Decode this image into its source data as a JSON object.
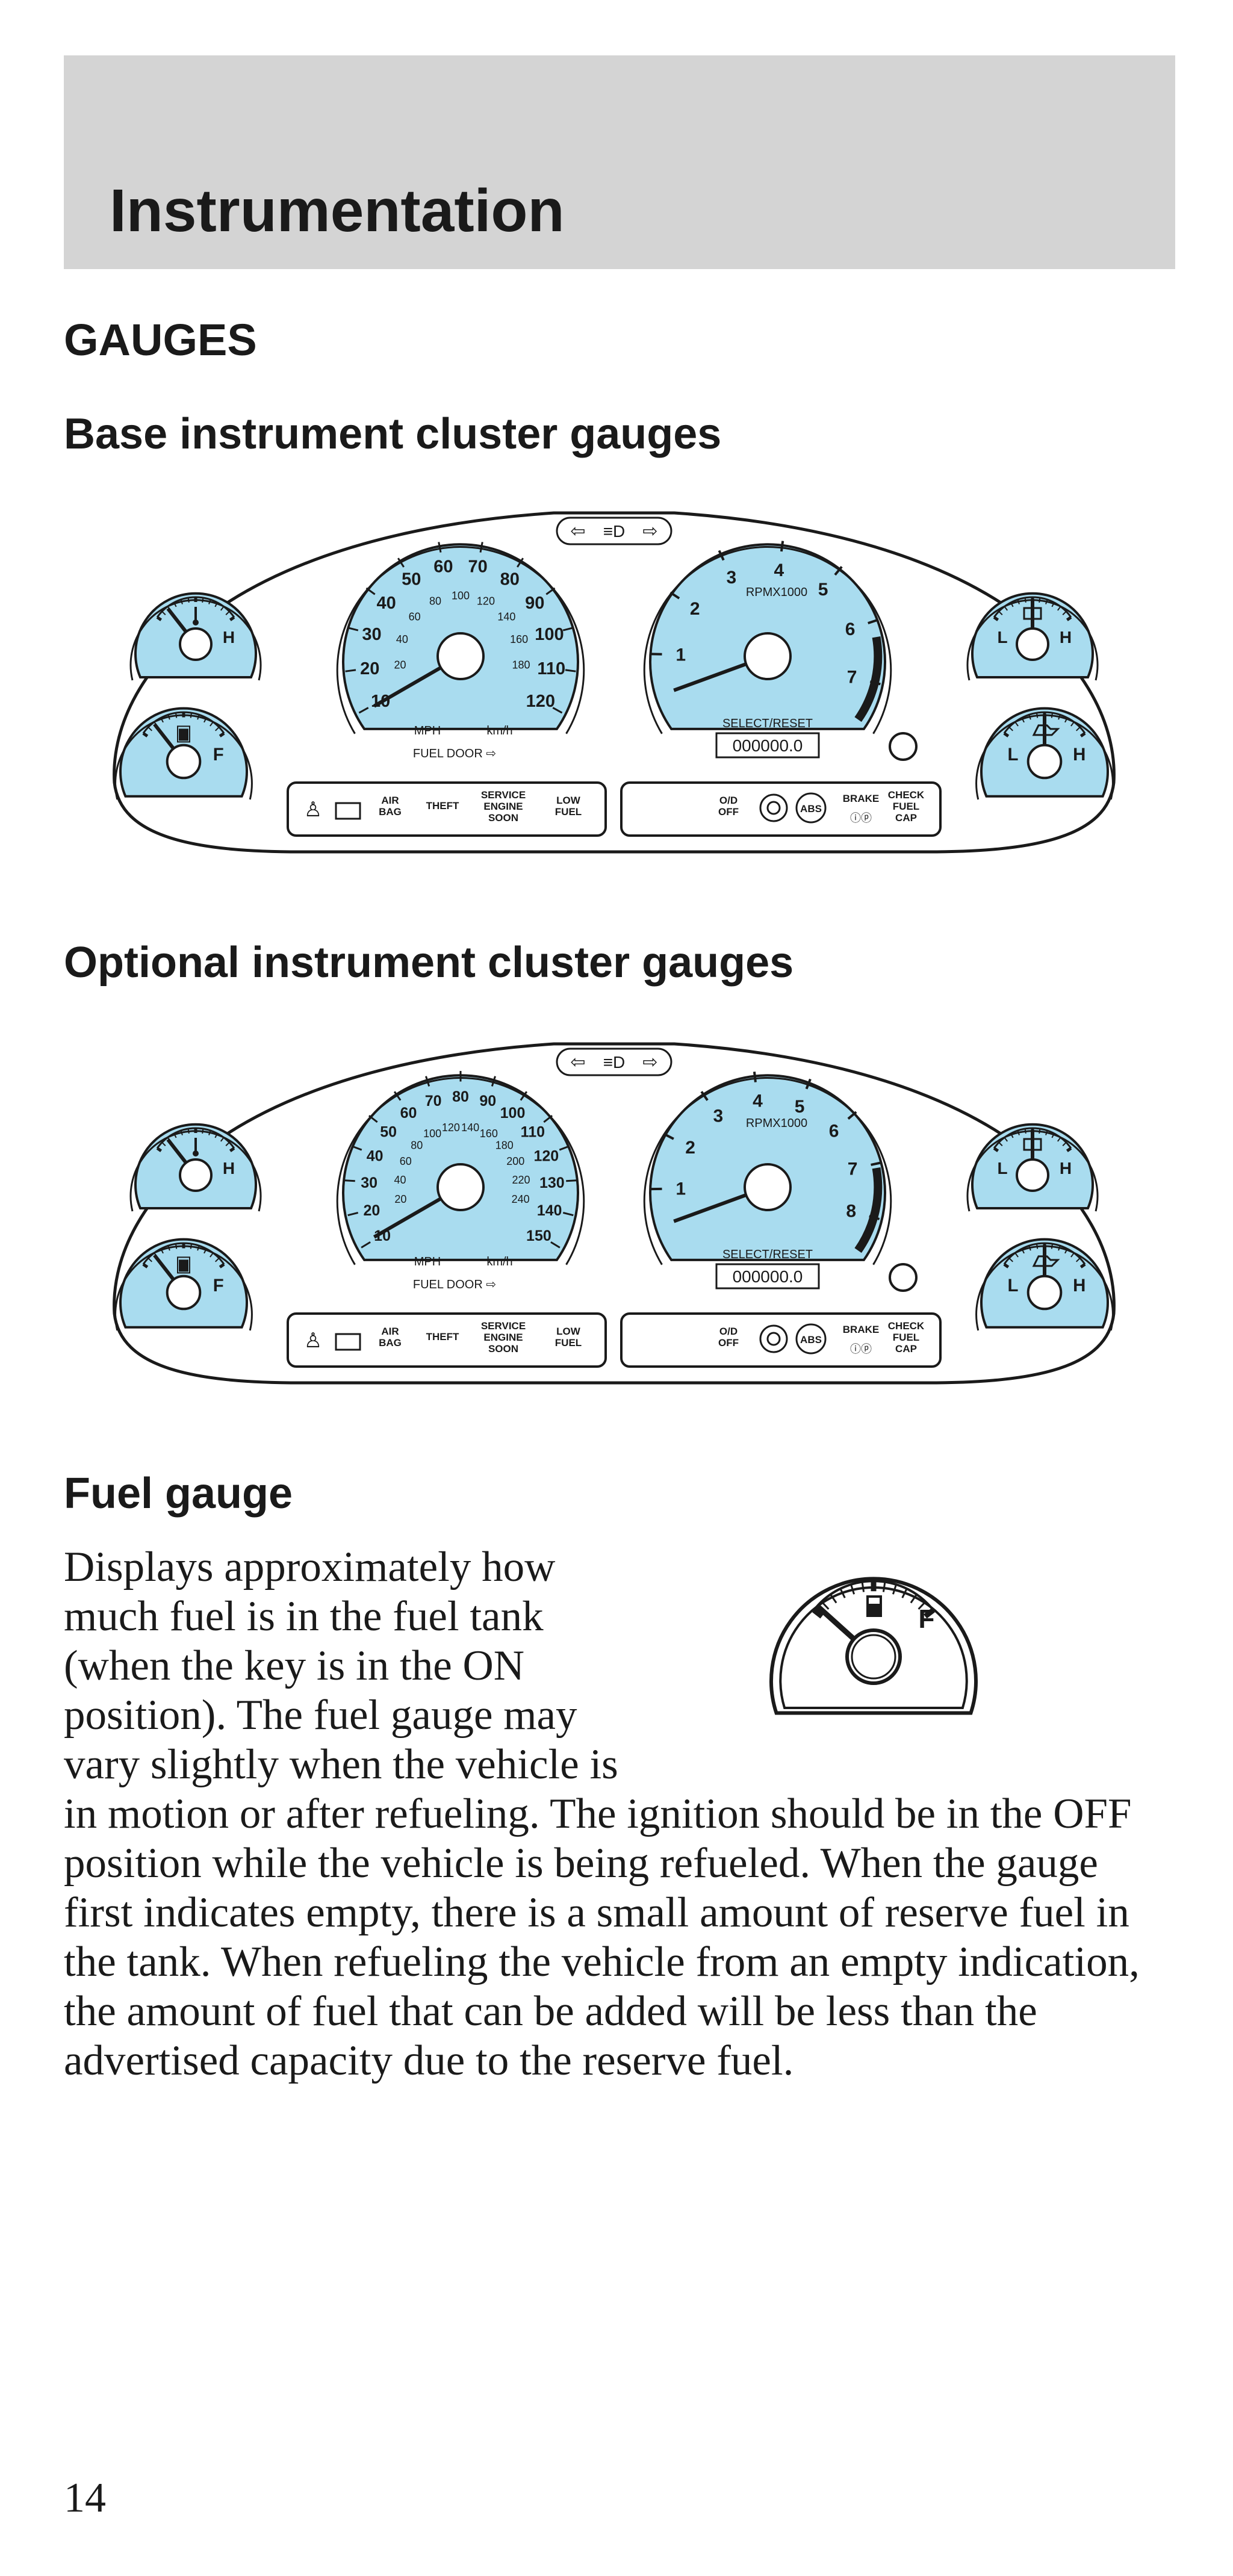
{
  "page": {
    "chapter_title": "Instrumentation",
    "section_heading": "GAUGES",
    "page_number": "14"
  },
  "colors": {
    "header_band": "#d4d4d4",
    "gauge_fill": "#a9dcef",
    "text": "#1a1a1a"
  },
  "base_cluster": {
    "heading": "Base instrument cluster gauges",
    "speedo_mph": [
      "10",
      "20",
      "30",
      "40",
      "50",
      "60",
      "70",
      "80",
      "90",
      "100",
      "110",
      "120"
    ],
    "speedo_kmh": [
      "20",
      "40",
      "60",
      "80",
      "100",
      "120",
      "140",
      "160",
      "180"
    ],
    "speedo_units_mph": "MPH",
    "speedo_units_kmh": "km/h",
    "fuel_door": "FUEL DOOR",
    "tach_numbers": [
      "1",
      "2",
      "3",
      "4",
      "5",
      "6",
      "7"
    ],
    "tach_units": "RPMX1000",
    "select_reset": "SELECT/RESET",
    "odometer": "000000.0",
    "warning_left": [
      "AIR BAG",
      "THEFT",
      "SERVICE ENGINE SOON",
      "LOW FUEL"
    ],
    "warning_right": [
      "O/D OFF",
      "ABS",
      "BRAKE",
      "CHECK FUEL CAP"
    ]
  },
  "optional_cluster": {
    "heading": "Optional instrument cluster gauges",
    "speedo_mph": [
      "10",
      "20",
      "30",
      "40",
      "50",
      "60",
      "70",
      "80",
      "90",
      "100",
      "110",
      "120",
      "130",
      "140",
      "150"
    ],
    "speedo_kmh": [
      "20",
      "40",
      "60",
      "80",
      "100",
      "120",
      "140",
      "160",
      "180",
      "200",
      "220",
      "240"
    ],
    "speedo_units_mph": "MPH",
    "speedo_units_kmh": "km/h",
    "fuel_door": "FUEL DOOR",
    "tach_numbers": [
      "1",
      "2",
      "3",
      "4",
      "5",
      "6",
      "7",
      "8"
    ],
    "tach_units": "RPMX1000",
    "select_reset": "SELECT/RESET",
    "odometer": "000000.0",
    "warning_left": [
      "AIR BAG",
      "THEFT",
      "SERVICE ENGINE SOON",
      "LOW FUEL"
    ],
    "warning_right": [
      "O/D OFF",
      "ABS",
      "BRAKE",
      "CHECK FUEL CAP"
    ]
  },
  "gauge_letters": {
    "hot": "H",
    "low": "L",
    "full": "F"
  },
  "fuel_gauge": {
    "heading": "Fuel gauge",
    "body": "Displays approximately how much fuel is in the fuel tank (when the key is in the ON position). The fuel gauge may vary slightly when the vehicle is in motion or after refueling. The ignition should be in the OFF position while the vehicle is being refueled. When the gauge first indicates empty, there is a small amount of reserve fuel in the tank. When refueling the vehicle from an empty indication, the amount of fuel that can be added will be less than the advertised capacity due to the reserve fuel.",
    "icon": "fuel-gauge-icon"
  }
}
